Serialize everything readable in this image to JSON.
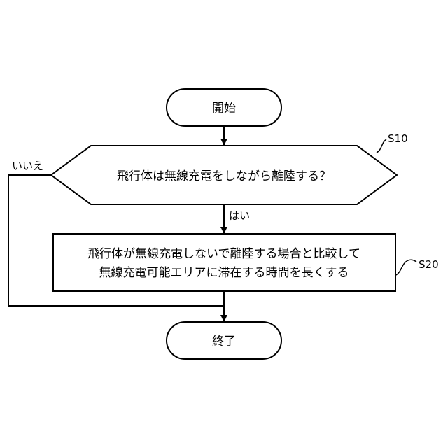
{
  "nodes": {
    "start": {
      "label": "開始"
    },
    "decision": {
      "label": "飛行体は無線充電をしながら離陸する？",
      "step": "S10"
    },
    "process": {
      "line1": "飛行体が無線充電しないで離陸する場合と比較して",
      "line2": "無線充電可能エリアに滞在する時間を長くする",
      "step": "S20"
    },
    "end": {
      "label": "終了"
    }
  },
  "edges": {
    "yes_label": "はい",
    "no_label": "いいえ"
  },
  "colors": {
    "stroke": "#000000",
    "fill": "#ffffff"
  }
}
